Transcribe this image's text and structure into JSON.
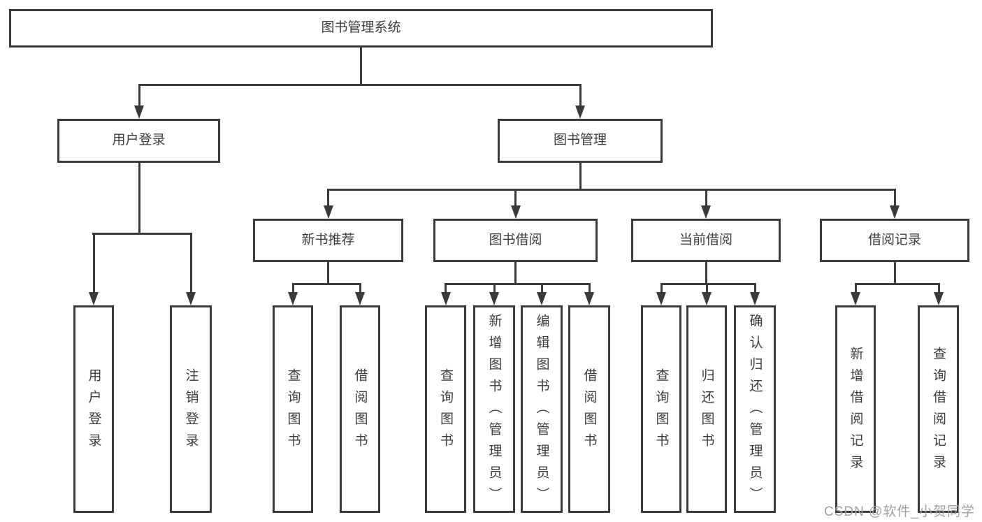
{
  "diagram": {
    "type": "function-structure-tree",
    "watermark": "CSDN @软件_小贺同学",
    "colors": {
      "line": "#3a3a3a",
      "text": "#3c3c3c",
      "watermark": "#9f9f9f",
      "background": "#ffffff"
    },
    "tree": {
      "label": "图书管理系统",
      "children": [
        {
          "label": "用户登录",
          "children": [
            {
              "label": "用户登录"
            },
            {
              "label": "注销登录"
            }
          ]
        },
        {
          "label": "图书管理",
          "children": [
            {
              "label": "新书推荐",
              "children": [
                {
                  "label": "查询图书"
                },
                {
                  "label": "借阅图书"
                }
              ]
            },
            {
              "label": "图书借阅",
              "children": [
                {
                  "label": "查询图书"
                },
                {
                  "label": "新增图书（管理员）"
                },
                {
                  "label": "编辑图书（管理员）"
                },
                {
                  "label": "借阅图书"
                }
              ]
            },
            {
              "label": "当前借阅",
              "children": [
                {
                  "label": "查询图书"
                },
                {
                  "label": "归还图书"
                },
                {
                  "label": "确认归还（管理员）"
                }
              ]
            },
            {
              "label": "借阅记录",
              "children": [
                {
                  "label": "新增借阅记录"
                },
                {
                  "label": "查询借阅记录"
                }
              ]
            }
          ]
        }
      ]
    }
  }
}
